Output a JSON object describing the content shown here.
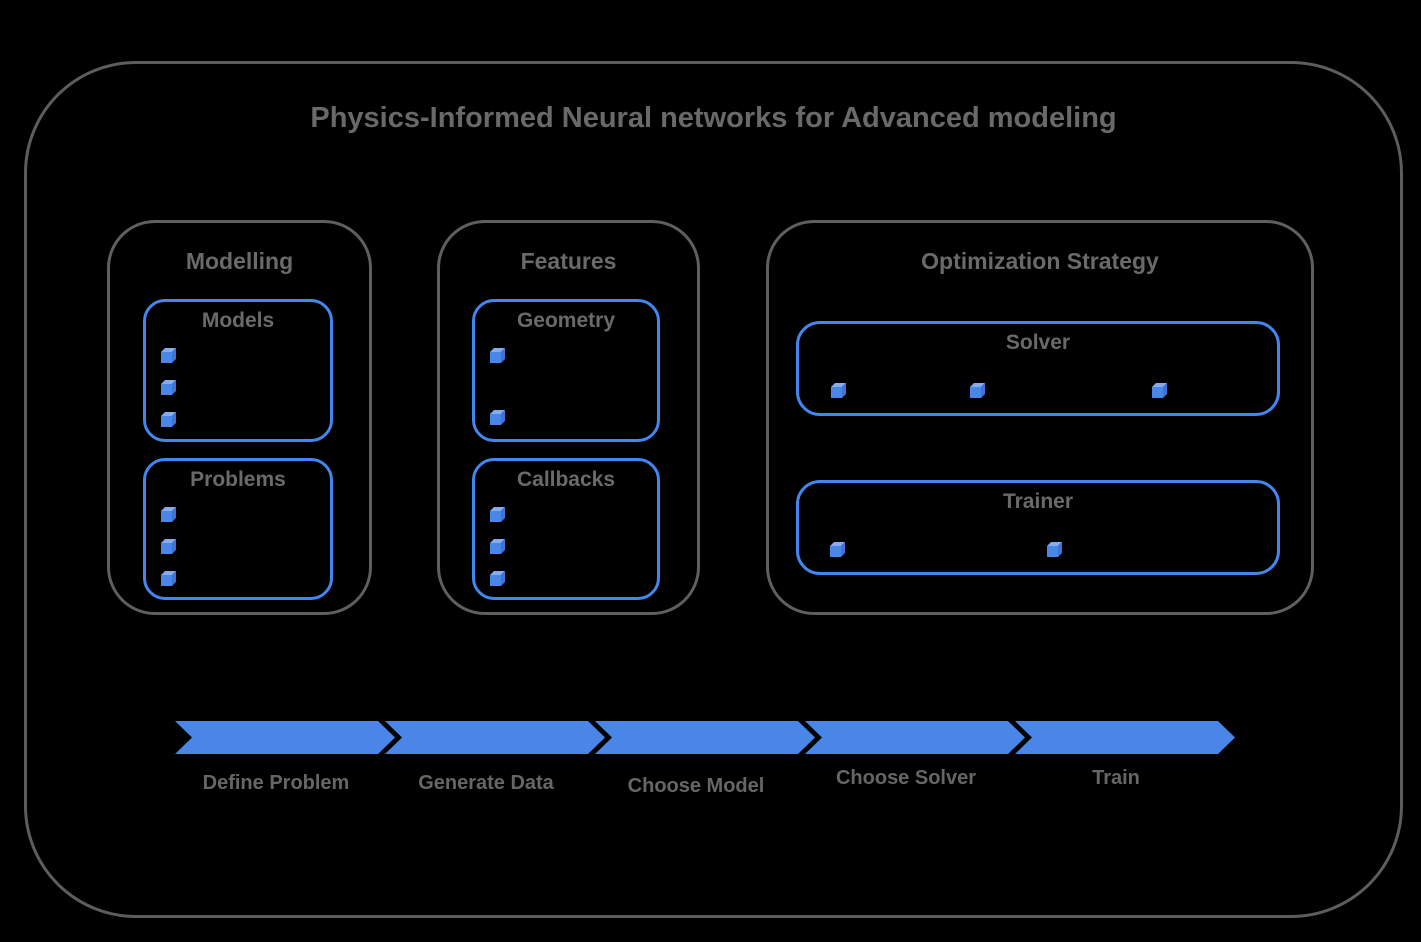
{
  "title": "Physics-Informed Neural networks for Advanced modeling",
  "colors": {
    "background": "#000000",
    "frame_border_gray": "#5d5d5d",
    "box_border_blue": "#4486ef",
    "arrow_blue": "#4a85e8",
    "cube_front_blue": "#4a85e8",
    "cube_top_blue": "#85abf0",
    "cube_side_blue": "#3e74d8",
    "text_gray": "#6a6a6a"
  },
  "groups": [
    {
      "label": "Modelling",
      "boxes": [
        {
          "label": "Models",
          "cube_count": 3
        },
        {
          "label": "Problems",
          "cube_count": 3
        }
      ]
    },
    {
      "label": "Features",
      "boxes": [
        {
          "label": "Geometry",
          "cube_count": 2
        },
        {
          "label": "Callbacks",
          "cube_count": 3
        }
      ]
    },
    {
      "label": "Optimization Strategy",
      "boxes": [
        {
          "label": "Solver",
          "cube_count": 3
        },
        {
          "label": "Trainer",
          "cube_count": 2
        }
      ]
    }
  ],
  "workflow": {
    "steps": [
      {
        "label": "Define Problem"
      },
      {
        "label": "Generate Data"
      },
      {
        "label": "Choose Model"
      },
      {
        "label": "Choose Solver"
      },
      {
        "label": "Train"
      }
    ]
  }
}
